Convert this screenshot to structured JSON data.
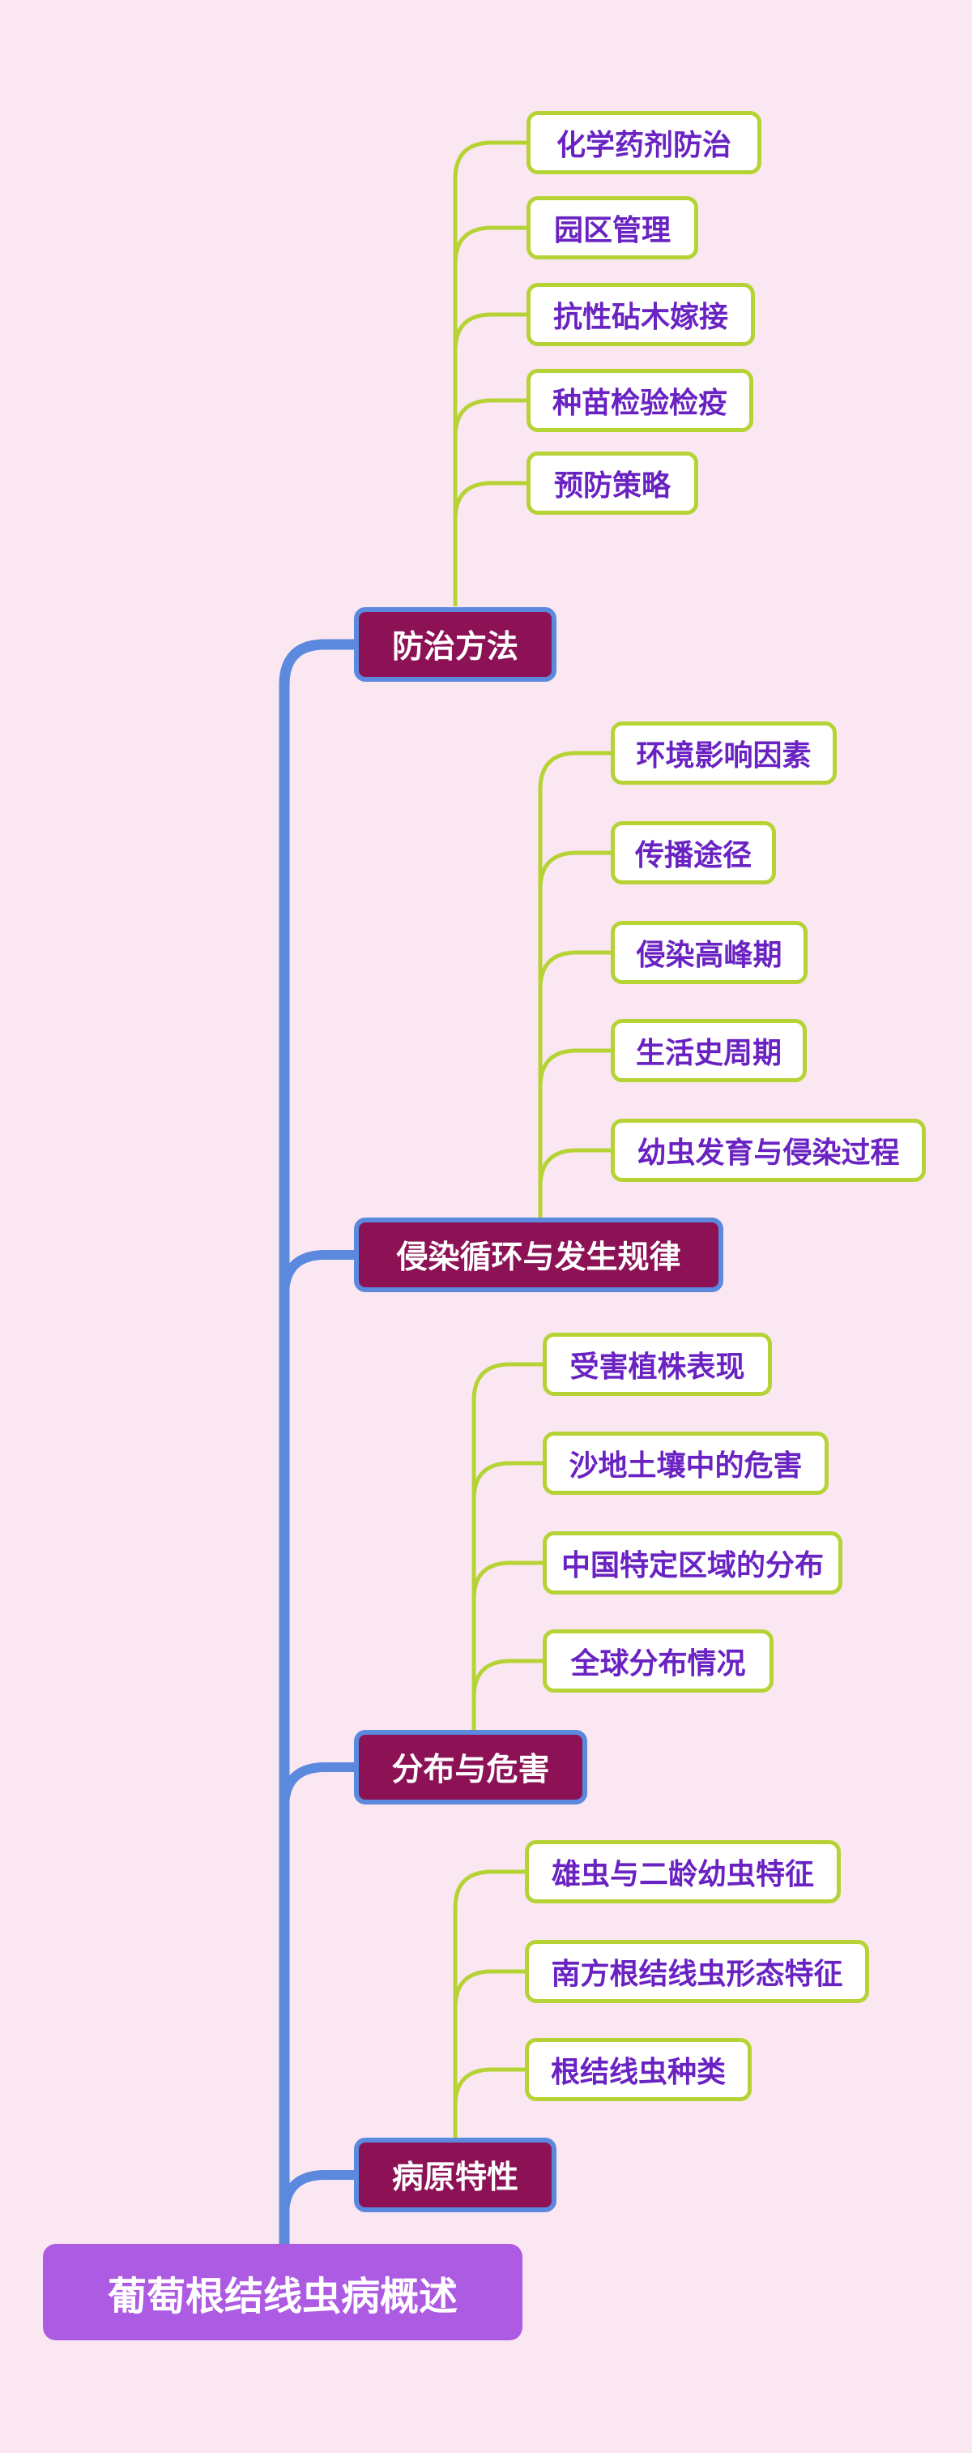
{
  "title": "葡萄根结线虫病概述",
  "colors": {
    "background": "#fbe7f1",
    "trunk_blue": "#5b89de",
    "branch_fill": "#8c1255",
    "branch_text": "#ffffff",
    "leaf_border_green": "#b5d335",
    "leaf_fill": "#ffffff",
    "leaf_text_purple": "#6a23c2",
    "root_fill": "#ad5be3",
    "root_text": "#ffffff"
  },
  "root": {
    "label": "葡萄根结线虫病概述"
  },
  "branches": [
    {
      "label": "防治方法",
      "children": [
        {
          "label": "化学药剂防治"
        },
        {
          "label": "园区管理"
        },
        {
          "label": "抗性砧木嫁接"
        },
        {
          "label": "种苗检验检疫"
        },
        {
          "label": "预防策略"
        }
      ]
    },
    {
      "label": "侵染循环与发生规律",
      "children": [
        {
          "label": "环境影响因素"
        },
        {
          "label": "传播途径"
        },
        {
          "label": "侵染高峰期"
        },
        {
          "label": "生活史周期"
        },
        {
          "label": "幼虫发育与侵染过程"
        }
      ]
    },
    {
      "label": "分布与危害",
      "children": [
        {
          "label": "受害植株表现"
        },
        {
          "label": "沙地土壤中的危害"
        },
        {
          "label": "中国特定区域的分布"
        },
        {
          "label": "全球分布情况"
        }
      ]
    },
    {
      "label": "病原特性",
      "children": [
        {
          "label": "雄虫与二龄幼虫特征"
        },
        {
          "label": "南方根结线虫形态特征"
        },
        {
          "label": "根结线虫种类"
        }
      ]
    }
  ]
}
